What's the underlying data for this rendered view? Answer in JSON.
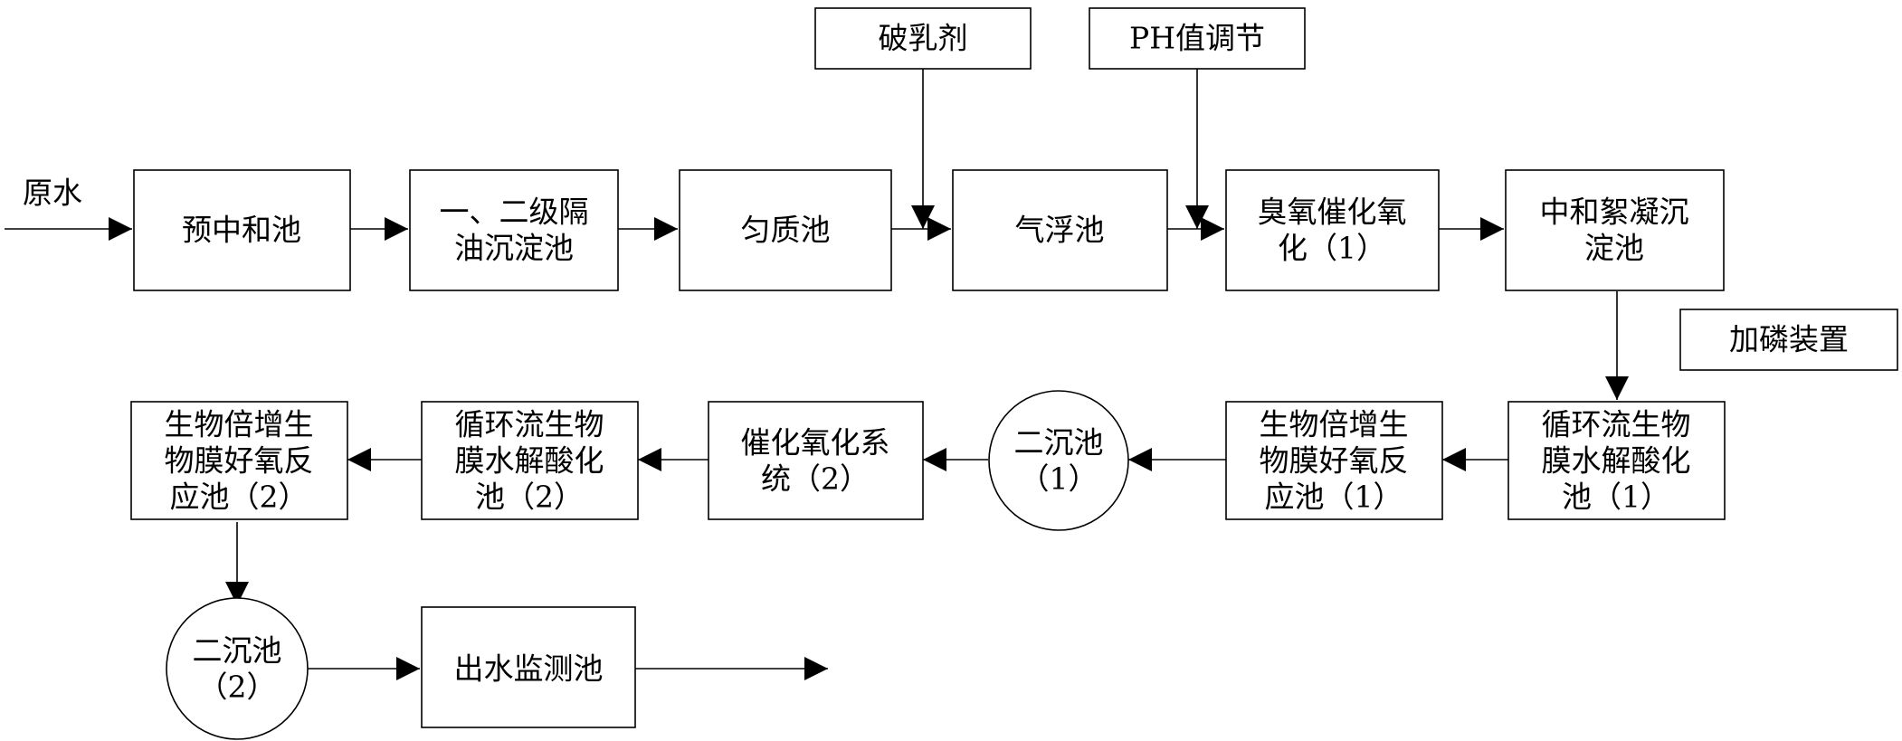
{
  "labels": {
    "raw_water": "原水",
    "demulsifier": "破乳剂",
    "ph_adjust": "PH值调节",
    "phosphorus": "加磷装置"
  },
  "nodes": {
    "pre_neutral": [
      "预中和池"
    ],
    "oil_sep": [
      "一、二级隔",
      "油沉淀池"
    ],
    "homogen": [
      "匀质池"
    ],
    "flotation": [
      "气浮池"
    ],
    "ozone1": [
      "臭氧催化氧",
      "化（1）"
    ],
    "neutral_floc": [
      "中和絮凝沉",
      "淀池"
    ],
    "hydrolysis1": [
      "循环流生物",
      "膜水解酸化",
      "池（1）"
    ],
    "aerobic1": [
      "生物倍增生",
      "物膜好氧反",
      "应池（1）"
    ],
    "settle1": [
      "二沉池",
      "（1）"
    ],
    "catalytic2": [
      "催化氧化系",
      "统（2）"
    ],
    "hydrolysis2": [
      "循环流生物",
      "膜水解酸化",
      "池（2）"
    ],
    "aerobic2": [
      "生物倍增生",
      "物膜好氧反",
      "应池（2）"
    ],
    "settle2": [
      "二沉池",
      "（2）"
    ],
    "effluent": [
      "出水监测池"
    ]
  }
}
